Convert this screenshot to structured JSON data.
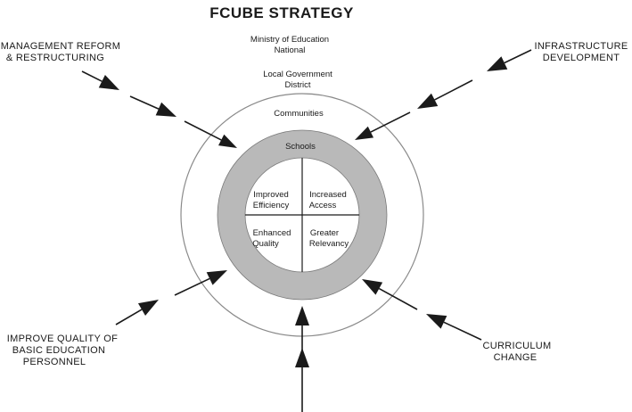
{
  "title": "FCUBE STRATEGY",
  "colors": {
    "ink": "#1a1a1a",
    "ring": "#b9b9b9",
    "circle_stroke": "#7a7a7a",
    "background": "#ffffff"
  },
  "levels": {
    "national": [
      "Ministry of Education",
      "National"
    ],
    "district": [
      "Local Government",
      "District"
    ],
    "communities": "Communities",
    "schools": "Schools"
  },
  "outcomes": {
    "top_left": [
      "Improved",
      "Efficiency"
    ],
    "top_right": [
      "Increased",
      "Access"
    ],
    "bottom_left": [
      "Enhanced",
      "Quality"
    ],
    "bottom_right": [
      "Greater",
      "Relevancy"
    ]
  },
  "inputs": {
    "top_left": [
      "MANAGEMENT REFORM",
      "& RESTRUCTURING"
    ],
    "top_right": [
      "INFRASTRUCTURE",
      "DEVELOPMENT"
    ],
    "bottom_left": [
      "IMPROVE QUALITY OF",
      "BASIC EDUCATION",
      "PERSONNEL"
    ],
    "bottom_right": [
      "CURRICULUM",
      "CHANGE"
    ]
  },
  "arrow_icon": "arrowhead-icon"
}
